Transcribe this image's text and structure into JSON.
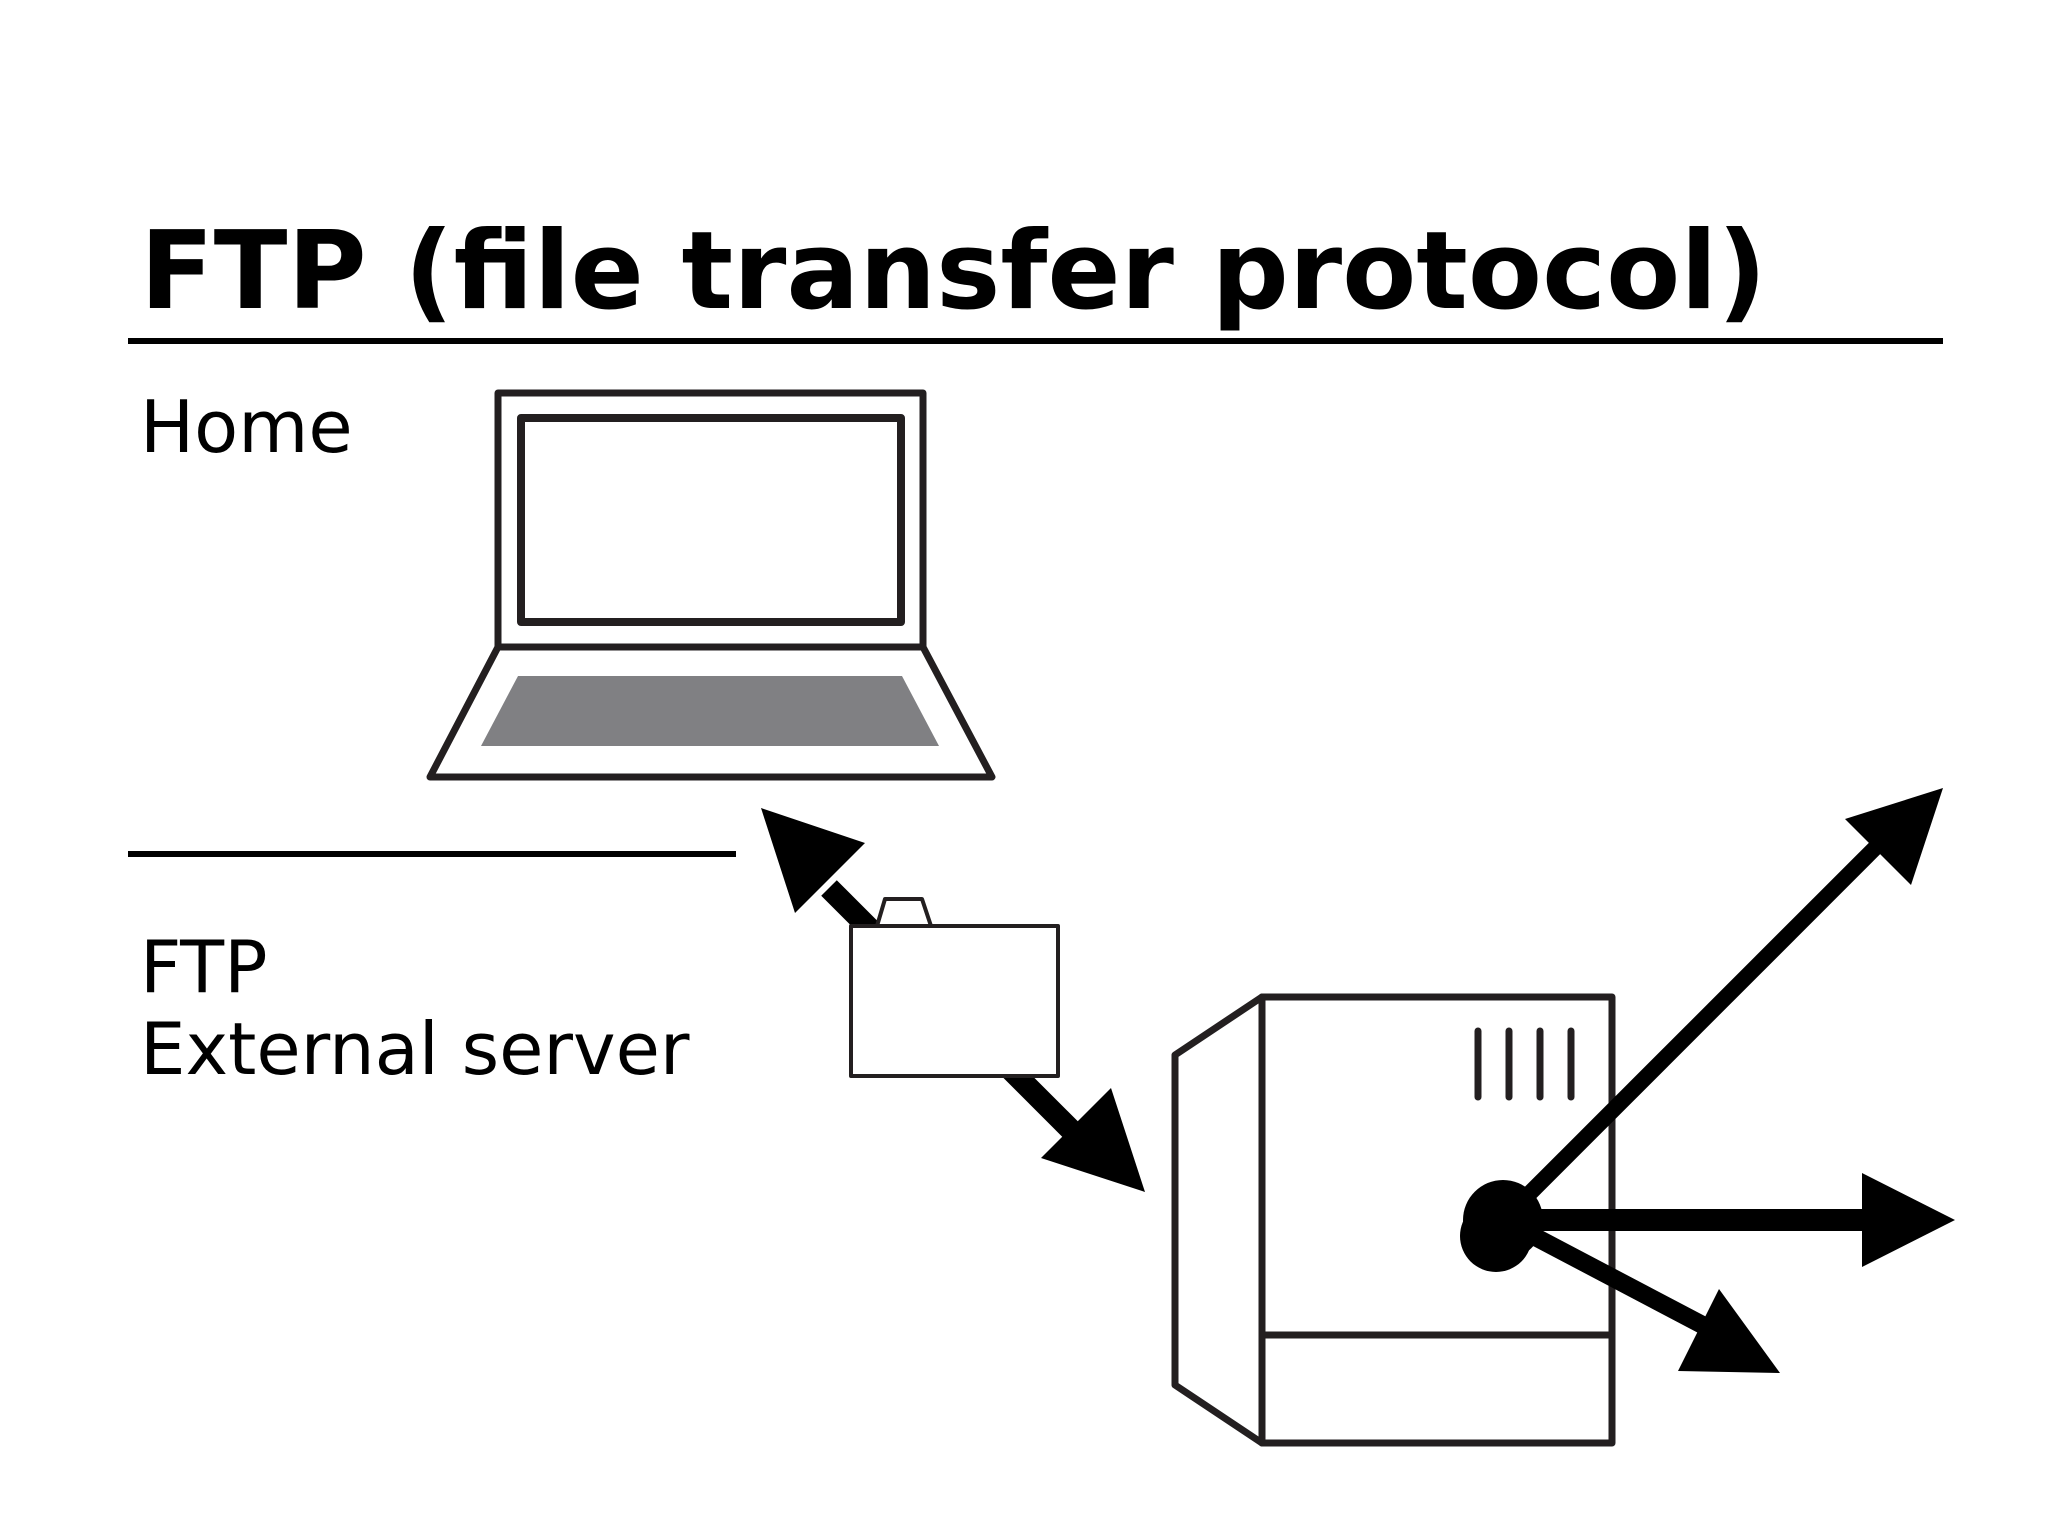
{
  "title": "FTP (file transfer protocol)",
  "sections": {
    "home": {
      "label": "Home"
    },
    "ftp": {
      "line1": "FTP",
      "line2": "External server"
    }
  },
  "icons": {
    "computer": "laptop-icon",
    "file": "folder-icon",
    "server": "server-icon"
  },
  "colors": {
    "stroke": "#231f20",
    "keyboard": "#808083",
    "arrow": "#000000",
    "background": "#ffffff"
  }
}
